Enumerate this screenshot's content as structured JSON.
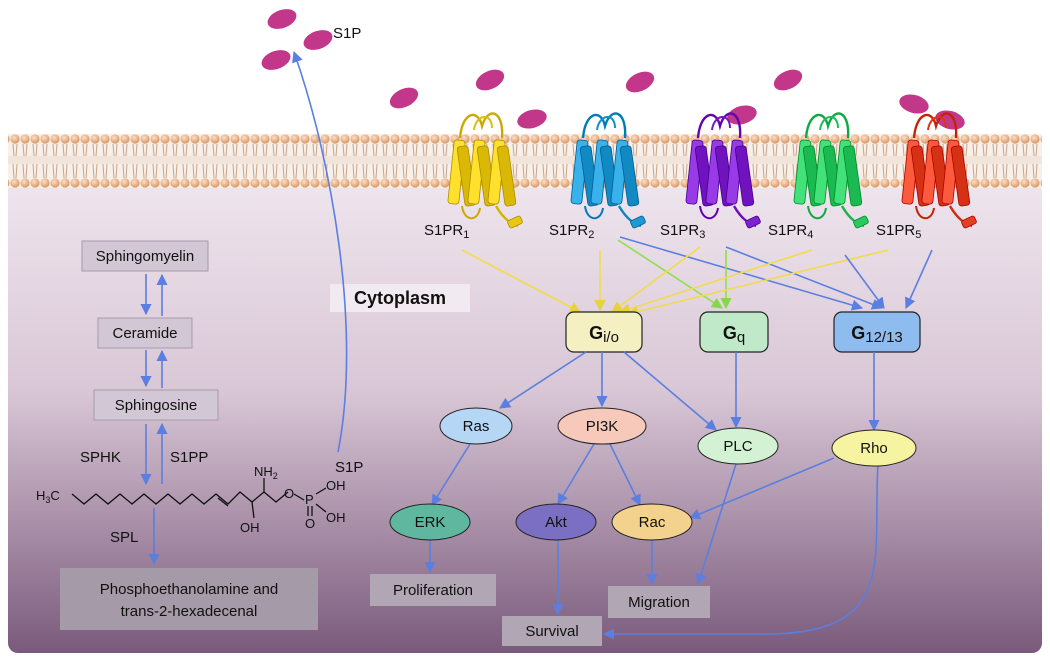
{
  "extracellular": {
    "s1p_label": "S1P"
  },
  "cytoplasm_label": "Cytoplasm",
  "receptors": [
    {
      "base": "S1PR",
      "sub": "1",
      "color": "#f2d21e"
    },
    {
      "base": "S1PR",
      "sub": "2",
      "color": "#2aa3dd"
    },
    {
      "base": "S1PR",
      "sub": "3",
      "color": "#8a2bd8"
    },
    {
      "base": "S1PR",
      "sub": "4",
      "color": "#33d26a"
    },
    {
      "base": "S1PR",
      "sub": "5",
      "color": "#ee4a2e"
    }
  ],
  "g_proteins": {
    "gio": {
      "main": "G",
      "sub": "i/o",
      "color": "#f4f0c2"
    },
    "gq": {
      "main": "G",
      "sub": "q",
      "color": "#bfe9c9"
    },
    "g1213": {
      "main": "G",
      "sub": "12/13",
      "color": "#8fbcef"
    }
  },
  "effectors": {
    "ras": {
      "label": "Ras",
      "color": "#b5d7f5"
    },
    "pi3k": {
      "label": "PI3K",
      "color": "#f6c9bb"
    },
    "plc": {
      "label": "PLC",
      "color": "#d3f2d3"
    },
    "rho": {
      "label": "Rho",
      "color": "#f6f4a0"
    },
    "erk": {
      "label": "ERK",
      "color": "#5fb7a0"
    },
    "akt": {
      "label": "Akt",
      "color": "#7a6fc2"
    },
    "rac": {
      "label": "Rac",
      "color": "#f2d28c"
    }
  },
  "outcomes": {
    "proliferation": "Proliferation",
    "survival": "Survival",
    "migration": "Migration"
  },
  "metabolism": {
    "sphingomyelin": "Sphingomyelin",
    "ceramide": "Ceramide",
    "sphingosine": "Sphingosine",
    "sphk": "SPHK",
    "s1pp": "S1PP",
    "spl": "SPL",
    "products_line1": "Phosphoethanolamine and",
    "products_line2": "trans-2-hexadecenal",
    "export_label": "S1P"
  },
  "chemical": {
    "h3c": "H3C",
    "nh2": "NH2",
    "oh": "OH",
    "o": "O",
    "p": "P"
  },
  "colors": {
    "arrow_blue": "#5b7fe0",
    "arrow_yellow": "#f0dc4a",
    "arrow_green": "#8ee04a",
    "ligand": "#c2378a"
  }
}
